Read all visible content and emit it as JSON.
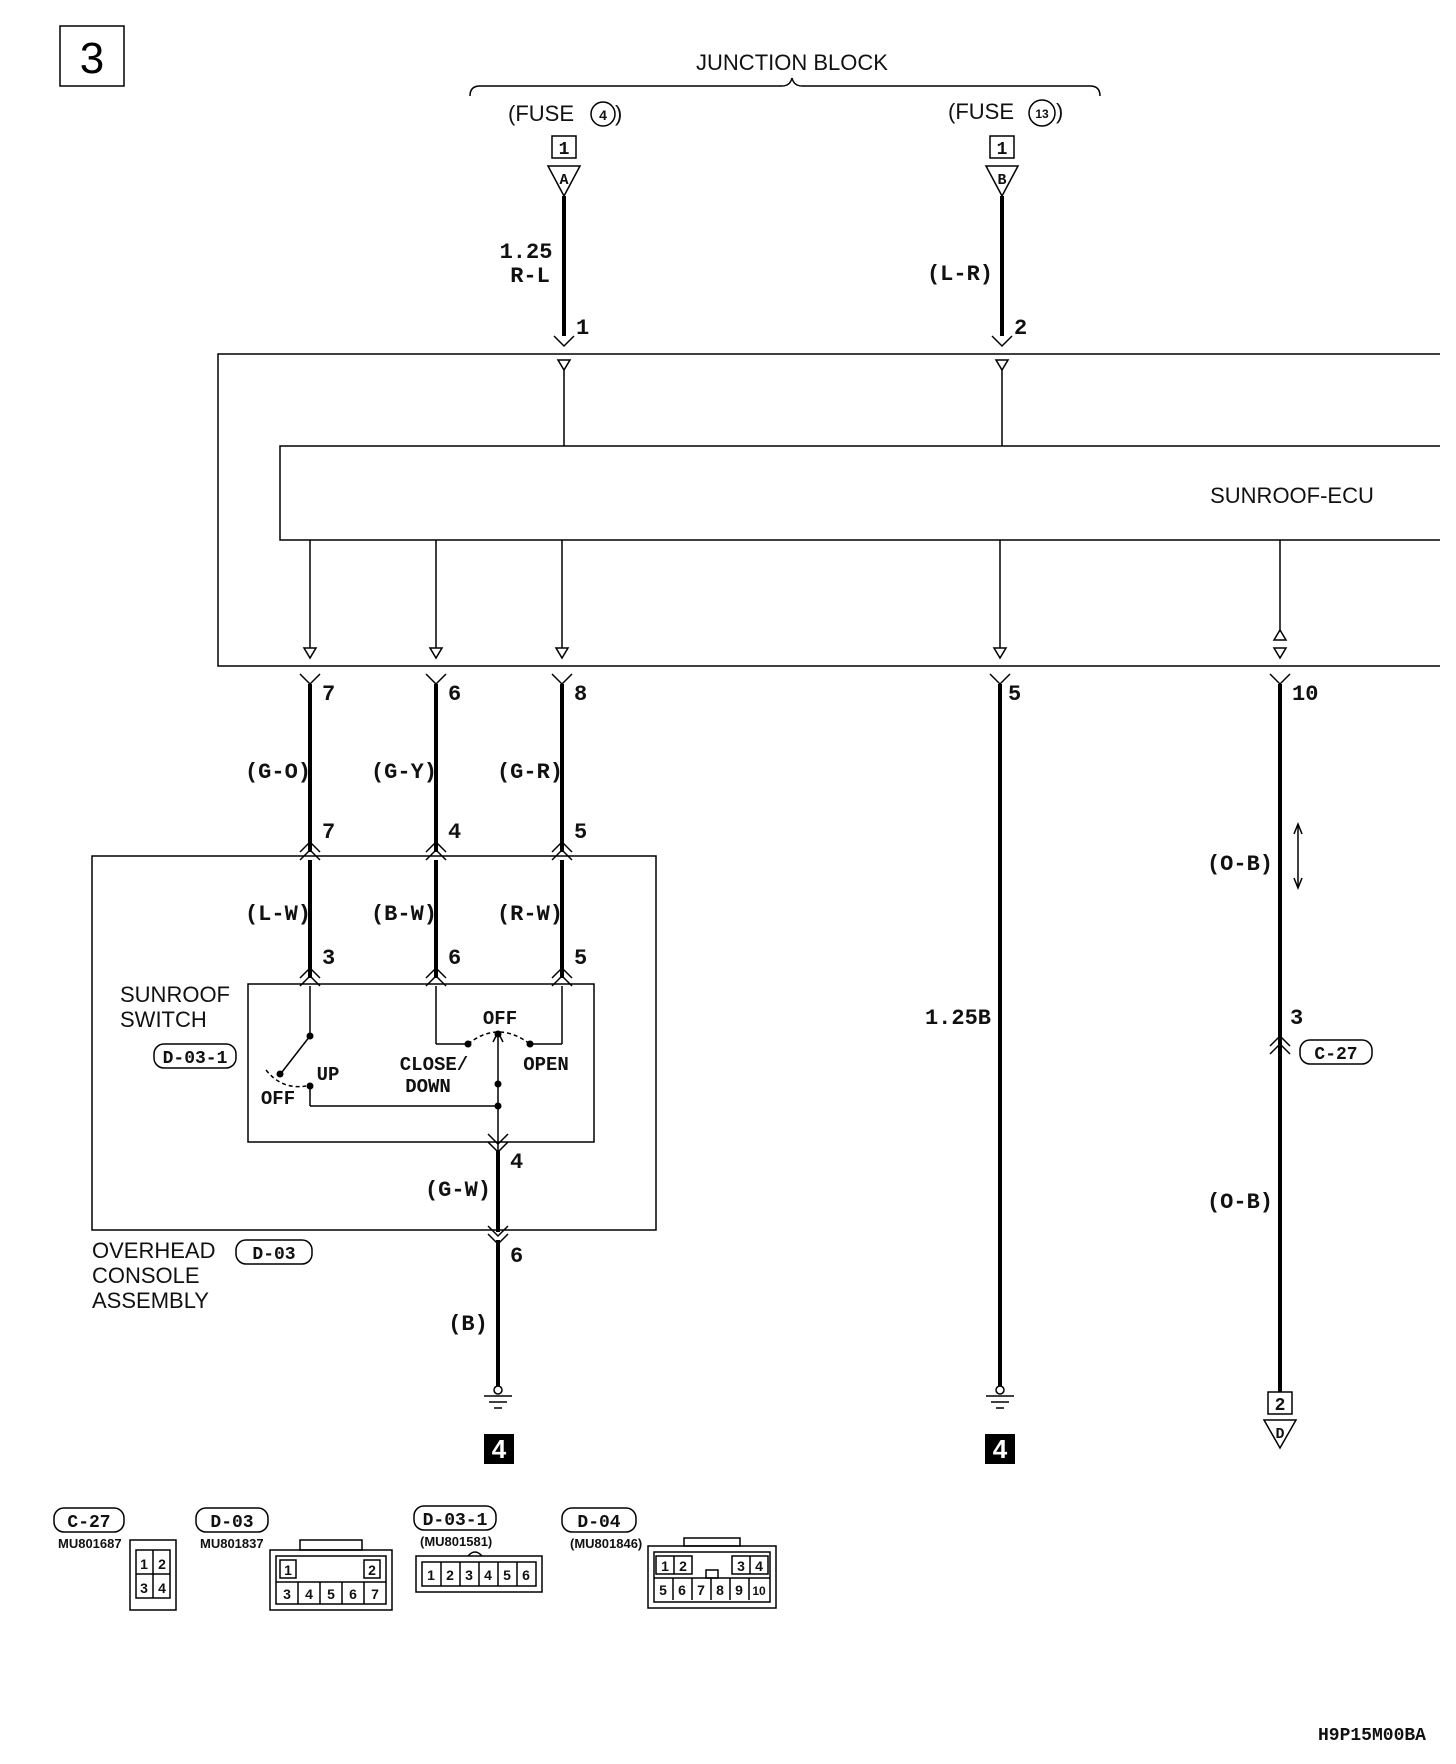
{
  "page_number": "3",
  "junction_block": {
    "title": "JUNCTION BLOCK",
    "fuse4_label": "(FUSE",
    "fuse4_num": "4",
    "fuse13_label": "(FUSE",
    "fuse13_num": "13",
    "fuse_close": ")",
    "conn_a_box": "1",
    "conn_a_letter": "A",
    "conn_b_box": "1",
    "conn_b_letter": "B"
  },
  "wires": {
    "w1_size": "1.25",
    "w1_color": "R-L",
    "w2_color": "(L-R)",
    "w7_color": "(G-O)",
    "w6_color": "(G-Y)",
    "w8_color": "(G-R)",
    "w5_size_color": "1.25B",
    "ow_color": "(O-B)",
    "ow_color2": "(O-B)",
    "lw_color": "(L-W)",
    "bw_color": "(B-W)",
    "rw_color": "(R-W)",
    "gw_color": "(G-W)",
    "b_color": "(B)"
  },
  "pins": {
    "ecu_1": "1",
    "ecu_2": "2",
    "ecu_7": "7",
    "ecu_6": "6",
    "ecu_8": "8",
    "ecu_5": "5",
    "ecu_10": "10",
    "d03_7": "7",
    "d03_4": "4",
    "d03_5": "5",
    "sw_3": "3",
    "sw_6": "6",
    "sw_5": "5",
    "sw_4": "4",
    "d03_6": "6",
    "c27_3": "3"
  },
  "ecu": {
    "name": "SUNROOF-ECU"
  },
  "switch": {
    "name1": "SUNROOF",
    "name2": "SWITCH",
    "code": "D-03-1",
    "off_top": "OFF",
    "close": "CLOSE/",
    "down": "DOWN",
    "open": "OPEN",
    "up": "UP",
    "off_left": "OFF"
  },
  "console": {
    "line1": "OVERHEAD",
    "code": "D-03",
    "line2": "CONSOLE",
    "line3": "ASSEMBLY"
  },
  "connector_c27": "C-27",
  "ground_ref_1": "4",
  "ground_ref_2": "4",
  "offpage_d": {
    "box": "2",
    "letter": "D"
  },
  "connector_faces": {
    "c27": {
      "code": "C-27",
      "part": "MU801687",
      "pins": [
        "1",
        "2",
        "3",
        "4"
      ]
    },
    "d03": {
      "code": "D-03",
      "part": "MU801837",
      "pins": [
        "1",
        "2",
        "3",
        "4",
        "5",
        "6",
        "7"
      ]
    },
    "d031": {
      "code": "D-03-1",
      "part": "(MU801581)",
      "pins": [
        "1",
        "2",
        "3",
        "4",
        "5",
        "6"
      ]
    },
    "d04": {
      "code": "D-04",
      "part": "(MU801846)",
      "pins": [
        "1",
        "2",
        "3",
        "4",
        "5",
        "6",
        "7",
        "8",
        "9",
        "10"
      ]
    }
  },
  "figure_id": "H9P15M00BA"
}
